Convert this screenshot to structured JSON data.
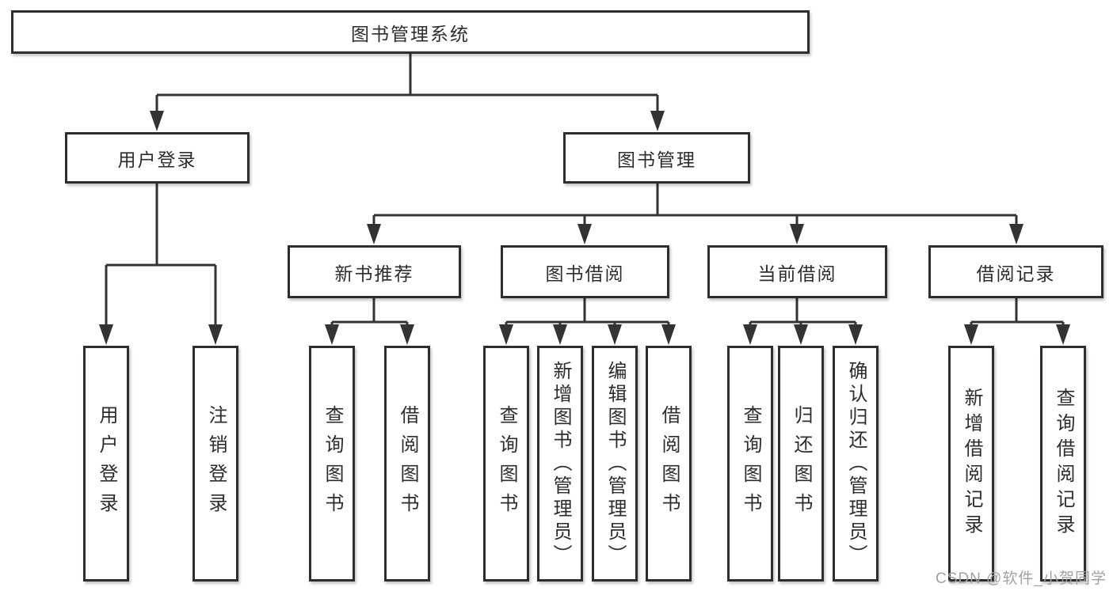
{
  "tree": {
    "root": {
      "label": "图书管理系统",
      "children": [
        {
          "label": "用户登录",
          "children": [
            {
              "label": "用户登录"
            },
            {
              "label": "注销登录"
            }
          ]
        },
        {
          "label": "图书管理",
          "children": [
            {
              "label": "新书推荐",
              "children": [
                {
                  "label": "查询图书"
                },
                {
                  "label": "借阅图书"
                }
              ]
            },
            {
              "label": "图书借阅",
              "children": [
                {
                  "label": "查询图书"
                },
                {
                  "label": "新增图书（管理员）"
                },
                {
                  "label": "编辑图书（管理员）"
                },
                {
                  "label": "借阅图书"
                }
              ]
            },
            {
              "label": "当前借阅",
              "children": [
                {
                  "label": "查询图书"
                },
                {
                  "label": "归还图书"
                },
                {
                  "label": "确认归还（管理员）"
                }
              ]
            },
            {
              "label": "借阅记录",
              "children": [
                {
                  "label": "新增借阅记录"
                },
                {
                  "label": "查询借阅记录"
                }
              ]
            }
          ]
        }
      ]
    }
  },
  "watermark": {
    "text": "CSDN @软件_小贺同学"
  },
  "colors": {
    "line": "#333333",
    "box_border": "#2e2e2e",
    "background": "#ffffff",
    "watermark": "#a2a2a2"
  }
}
